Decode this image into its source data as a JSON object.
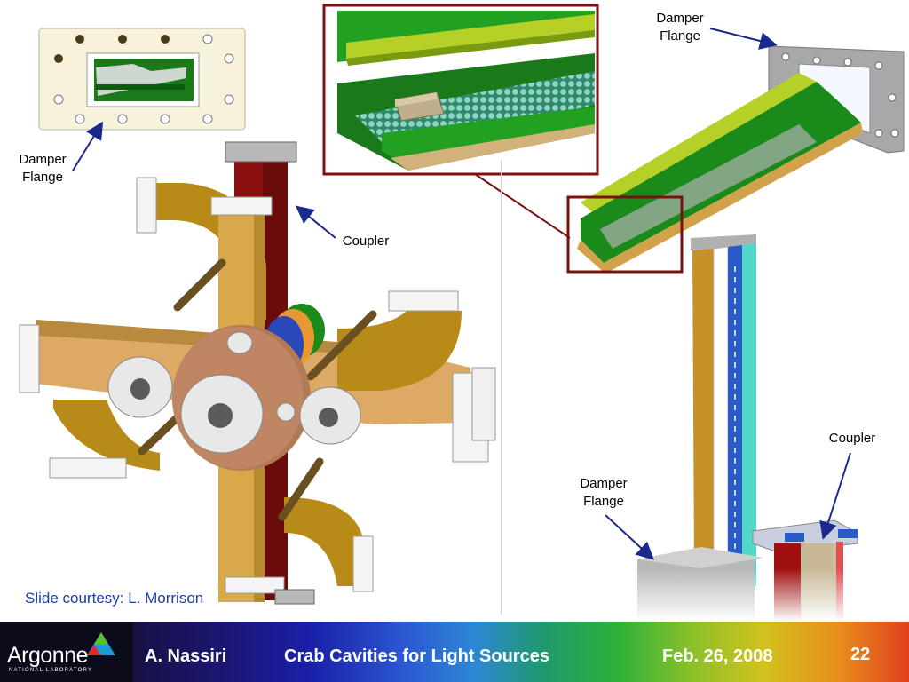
{
  "labels": {
    "damper_flange_top_left": [
      "Damper",
      "Flange"
    ],
    "damper_flange_top_right": [
      "Damper",
      "Flange"
    ],
    "damper_flange_bottom_right": [
      "Damper",
      "Flange"
    ],
    "coupler_left": "Coupler",
    "coupler_right": "Coupler"
  },
  "credit": "Slide courtesy: L. Morrison",
  "footer": {
    "logo": "Argonne",
    "logo_sub": "NATIONAL LABORATORY",
    "author": "A. Nassiri",
    "title": "Crab Cavities for Light Sources",
    "date": "Feb. 26, 2008",
    "page_number": "22"
  },
  "colors": {
    "callout_arrow": "#1a2a8c",
    "zoom_box": "#7a1010",
    "waveguide_gold": "#d9a23a",
    "damper_green": "#1a8a1a",
    "coupler_red": "#8a1010",
    "credit_text": "#1a3ea8"
  }
}
